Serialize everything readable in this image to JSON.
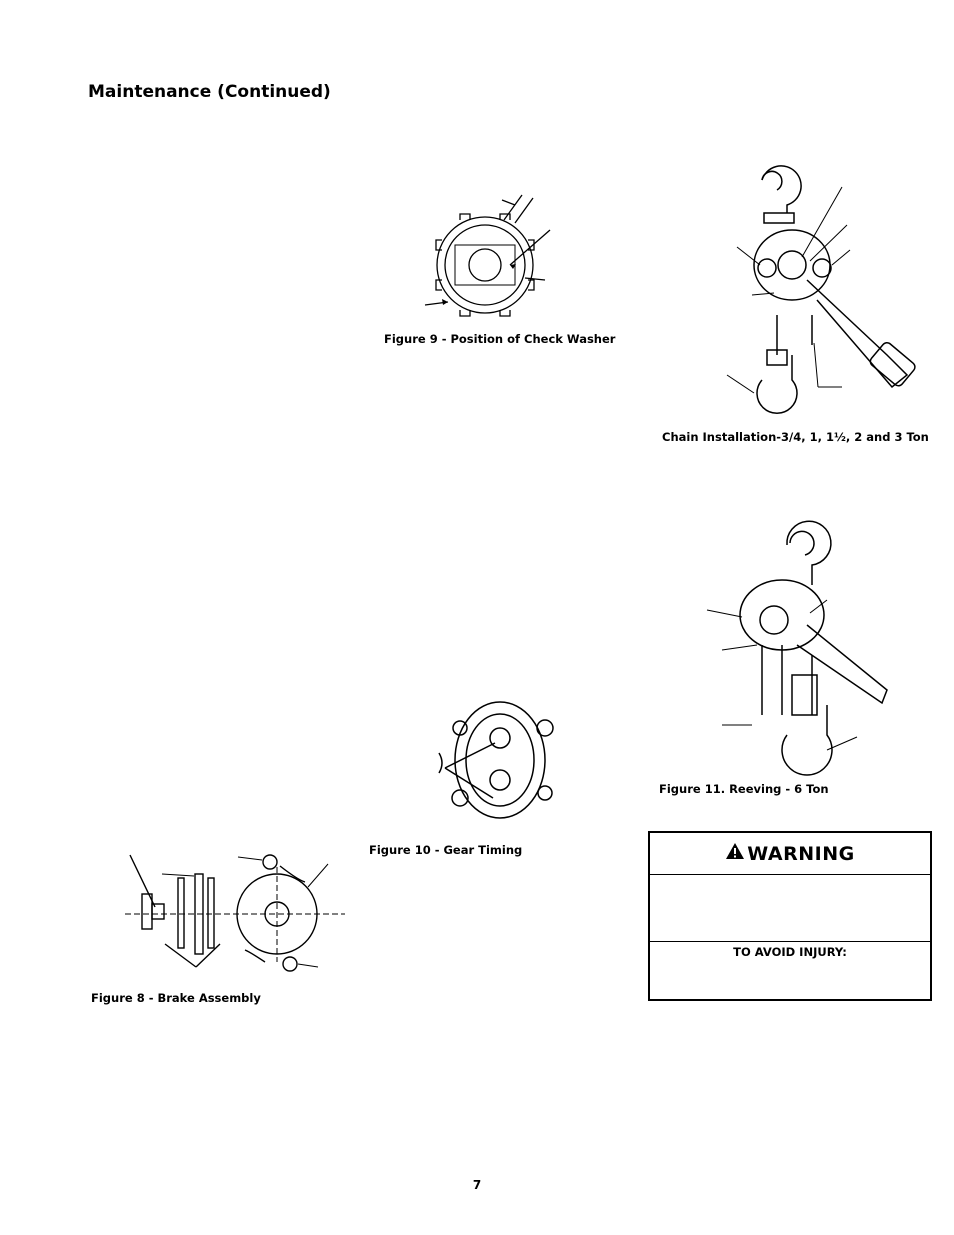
{
  "header": {
    "title": "Maintenance (Continued)"
  },
  "figures": {
    "fig9": {
      "caption": "Figure 9 - Position of Check Washer"
    },
    "chain_install": {
      "caption": "Chain Installation-3/4, 1, 1½, 2 and 3 Ton"
    },
    "fig11": {
      "caption": "Figure 11. Reeving - 6 Ton"
    },
    "fig10": {
      "caption": "Figure 10 - Gear Timing"
    },
    "fig8": {
      "caption": "Figure 8 - Brake Assembly"
    }
  },
  "warning": {
    "heading": "WARNING",
    "icon": "warning-triangle-icon",
    "avoid_label": "TO AVOID INJURY:"
  },
  "footer": {
    "page_number": "7"
  }
}
